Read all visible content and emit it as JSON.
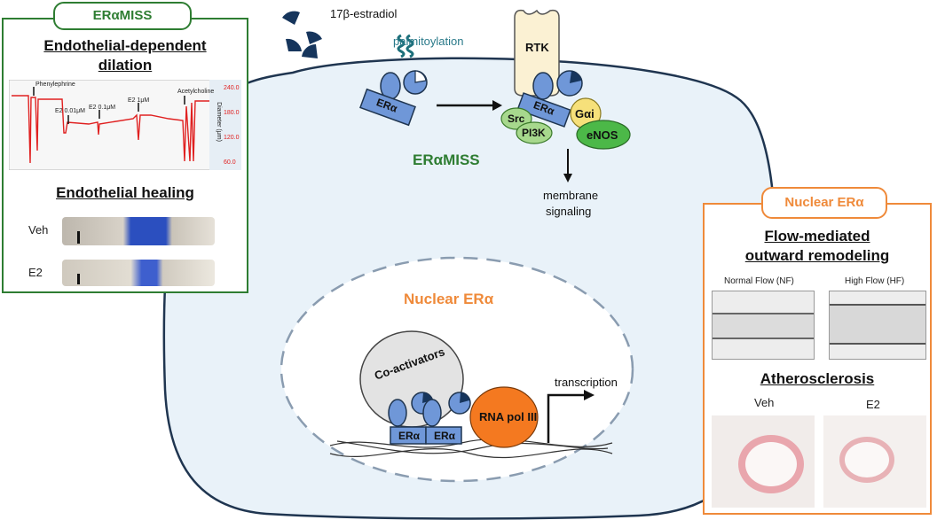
{
  "left_panel": {
    "tag": "ERαMISS",
    "title_line1": "Endothelial-dependent",
    "title_line2": "dilation",
    "trace": {
      "labels": [
        "Phenylephrine",
        "E2 0.01μM",
        "E2 0.1μM",
        "E2 1μM",
        "Acetylcholine"
      ],
      "axis_label": "Diameter (μm)",
      "axis_ticks": [
        "240.0",
        "180.0",
        "120.0",
        "60.0"
      ]
    },
    "healing_title": "Endothelial healing",
    "healing_rows": [
      "Veh",
      "E2"
    ]
  },
  "cell": {
    "ligand": "17β-estradiol",
    "palmitoylation": "palmitoylation",
    "er_label": "ERα",
    "rtk": "RTK",
    "src": "Src",
    "pi3k": "PI3K",
    "gai": "Gαi",
    "enos": "eNOS",
    "erm_label": "ERαMISS",
    "membrane_line1": "membrane",
    "membrane_line2": "signaling",
    "nuclear_label": "Nuclear ERα",
    "coactivators": "Co-activators",
    "rna_pol": "RNA pol III",
    "transcription": "transcription"
  },
  "right_panel": {
    "tag": "Nuclear ERα",
    "title_line1": "Flow-mediated",
    "title_line2": "outward remodeling",
    "nf_label": "Normal Flow (NF)",
    "hf_label": "High Flow (HF)",
    "athero_title": "Atherosclerosis",
    "veh": "Veh",
    "e2": "E2"
  },
  "colors": {
    "green": "#2e7d32",
    "orange": "#ef8a3a",
    "cell_fill": "#e9f2f9",
    "receptor": "#6f97d8",
    "estradiol": "#16355c"
  }
}
